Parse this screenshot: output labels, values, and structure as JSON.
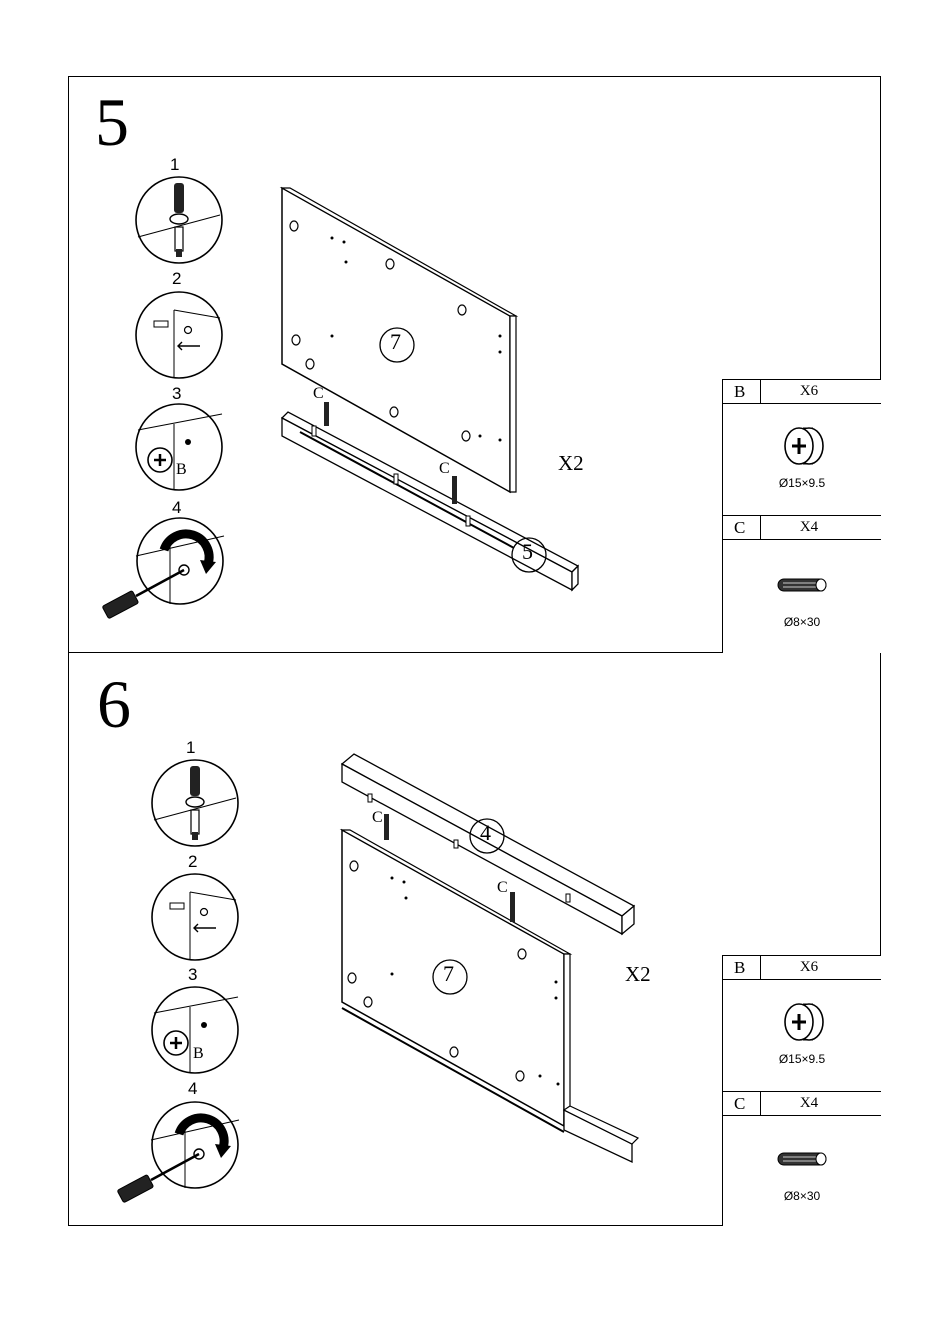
{
  "steps": [
    {
      "number": "5",
      "substeps": [
        "1",
        "2",
        "3",
        "4"
      ],
      "cam_label": "B",
      "panel_label": "7",
      "rail_label": "5",
      "dowel_label": "C",
      "multiplier": "X2",
      "parts": [
        {
          "code": "B",
          "qty": "X6",
          "size": "Ø15×9.5",
          "icon": "cam-lock-icon"
        },
        {
          "code": "C",
          "qty": "X4",
          "size": "Ø8×30",
          "icon": "wood-dowel-icon"
        }
      ]
    },
    {
      "number": "6",
      "substeps": [
        "1",
        "2",
        "3",
        "4"
      ],
      "cam_label": "B",
      "panel_label": "7",
      "rail_label": "4",
      "dowel_label": "C",
      "multiplier": "X2",
      "parts": [
        {
          "code": "B",
          "qty": "X6",
          "size": "Ø15×9.5",
          "icon": "cam-lock-icon"
        },
        {
          "code": "C",
          "qty": "X4",
          "size": "Ø8×30",
          "icon": "wood-dowel-icon"
        }
      ]
    }
  ]
}
